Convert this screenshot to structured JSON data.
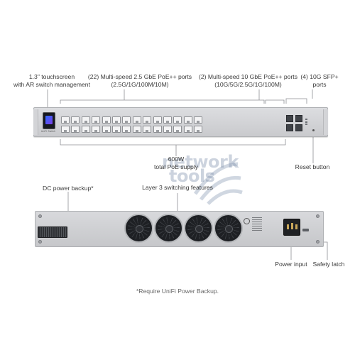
{
  "callouts": {
    "touchscreen": {
      "line1": "1.3\" touchscreen",
      "line2": "with AR switch management"
    },
    "multi25": {
      "line1": "(22) Multi-speed 2.5 GbE PoE++ ports",
      "line2": "(2.5G/1G/100M/10M)"
    },
    "multi10": {
      "line1": "(2) Multi-speed 10 GbE PoE++ ports",
      "line2": "(10G/5G/2.5G/1G/100M)"
    },
    "sfp": {
      "line1": "(4) 10G SFP+",
      "line2": "ports"
    },
    "poe": {
      "line1": "600W",
      "line2": "total PoE supply"
    },
    "layer3": "Layer 3 switching features",
    "reset": "Reset button",
    "dc_backup": "DC power backup*",
    "power_input": "Power input",
    "safety_latch": "Safety latch"
  },
  "footnote": "*Require UniFi Power Backup.",
  "watermark": {
    "line1": "network",
    "line2": "tools"
  },
  "front_panel": {
    "brand_text": "UniFi Switch"
  }
}
